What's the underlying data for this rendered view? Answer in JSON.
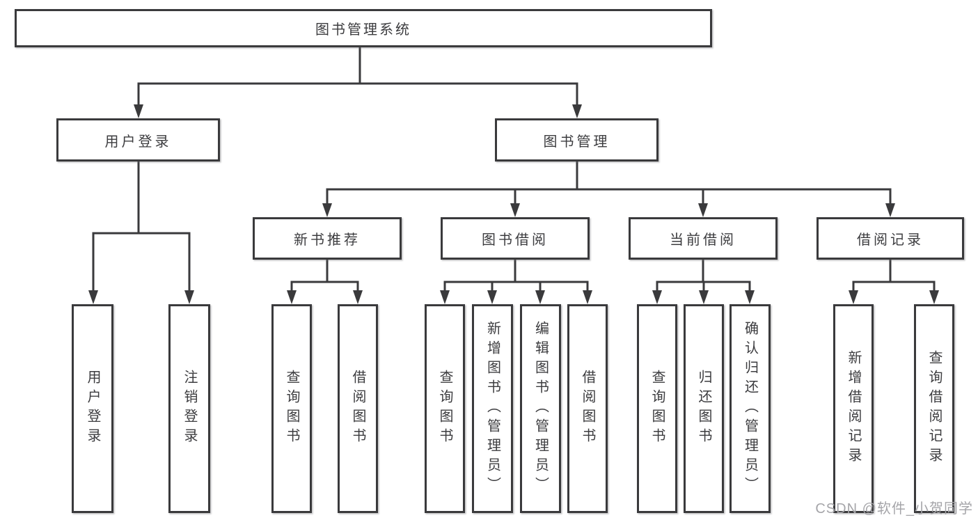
{
  "diagram": {
    "root": {
      "label": "图书管理系统"
    },
    "branches": [
      {
        "label": "用户登录",
        "children": [
          "用户登录",
          "注销登录"
        ]
      },
      {
        "label": "图书管理",
        "sections": [
          {
            "label": "新书推荐",
            "children": [
              "查询图书",
              "借阅图书"
            ]
          },
          {
            "label": "图书借阅",
            "children": [
              "查询图书",
              "新增图书（管理员）",
              "编辑图书（管理员）",
              "借阅图书"
            ]
          },
          {
            "label": "当前借阅",
            "children": [
              "查询图书",
              "归还图书",
              "确认归还（管理员）"
            ]
          },
          {
            "label": "借阅记录",
            "children": [
              "新增借阅记录",
              "查询借阅记录"
            ]
          }
        ]
      }
    ],
    "watermark": "CSDN @软件_小贺同学",
    "colors": {
      "line": "#3a3a3c",
      "text": "#3c3c3f",
      "watermark": "#a5a5a9",
      "background": "#ffffff"
    }
  }
}
